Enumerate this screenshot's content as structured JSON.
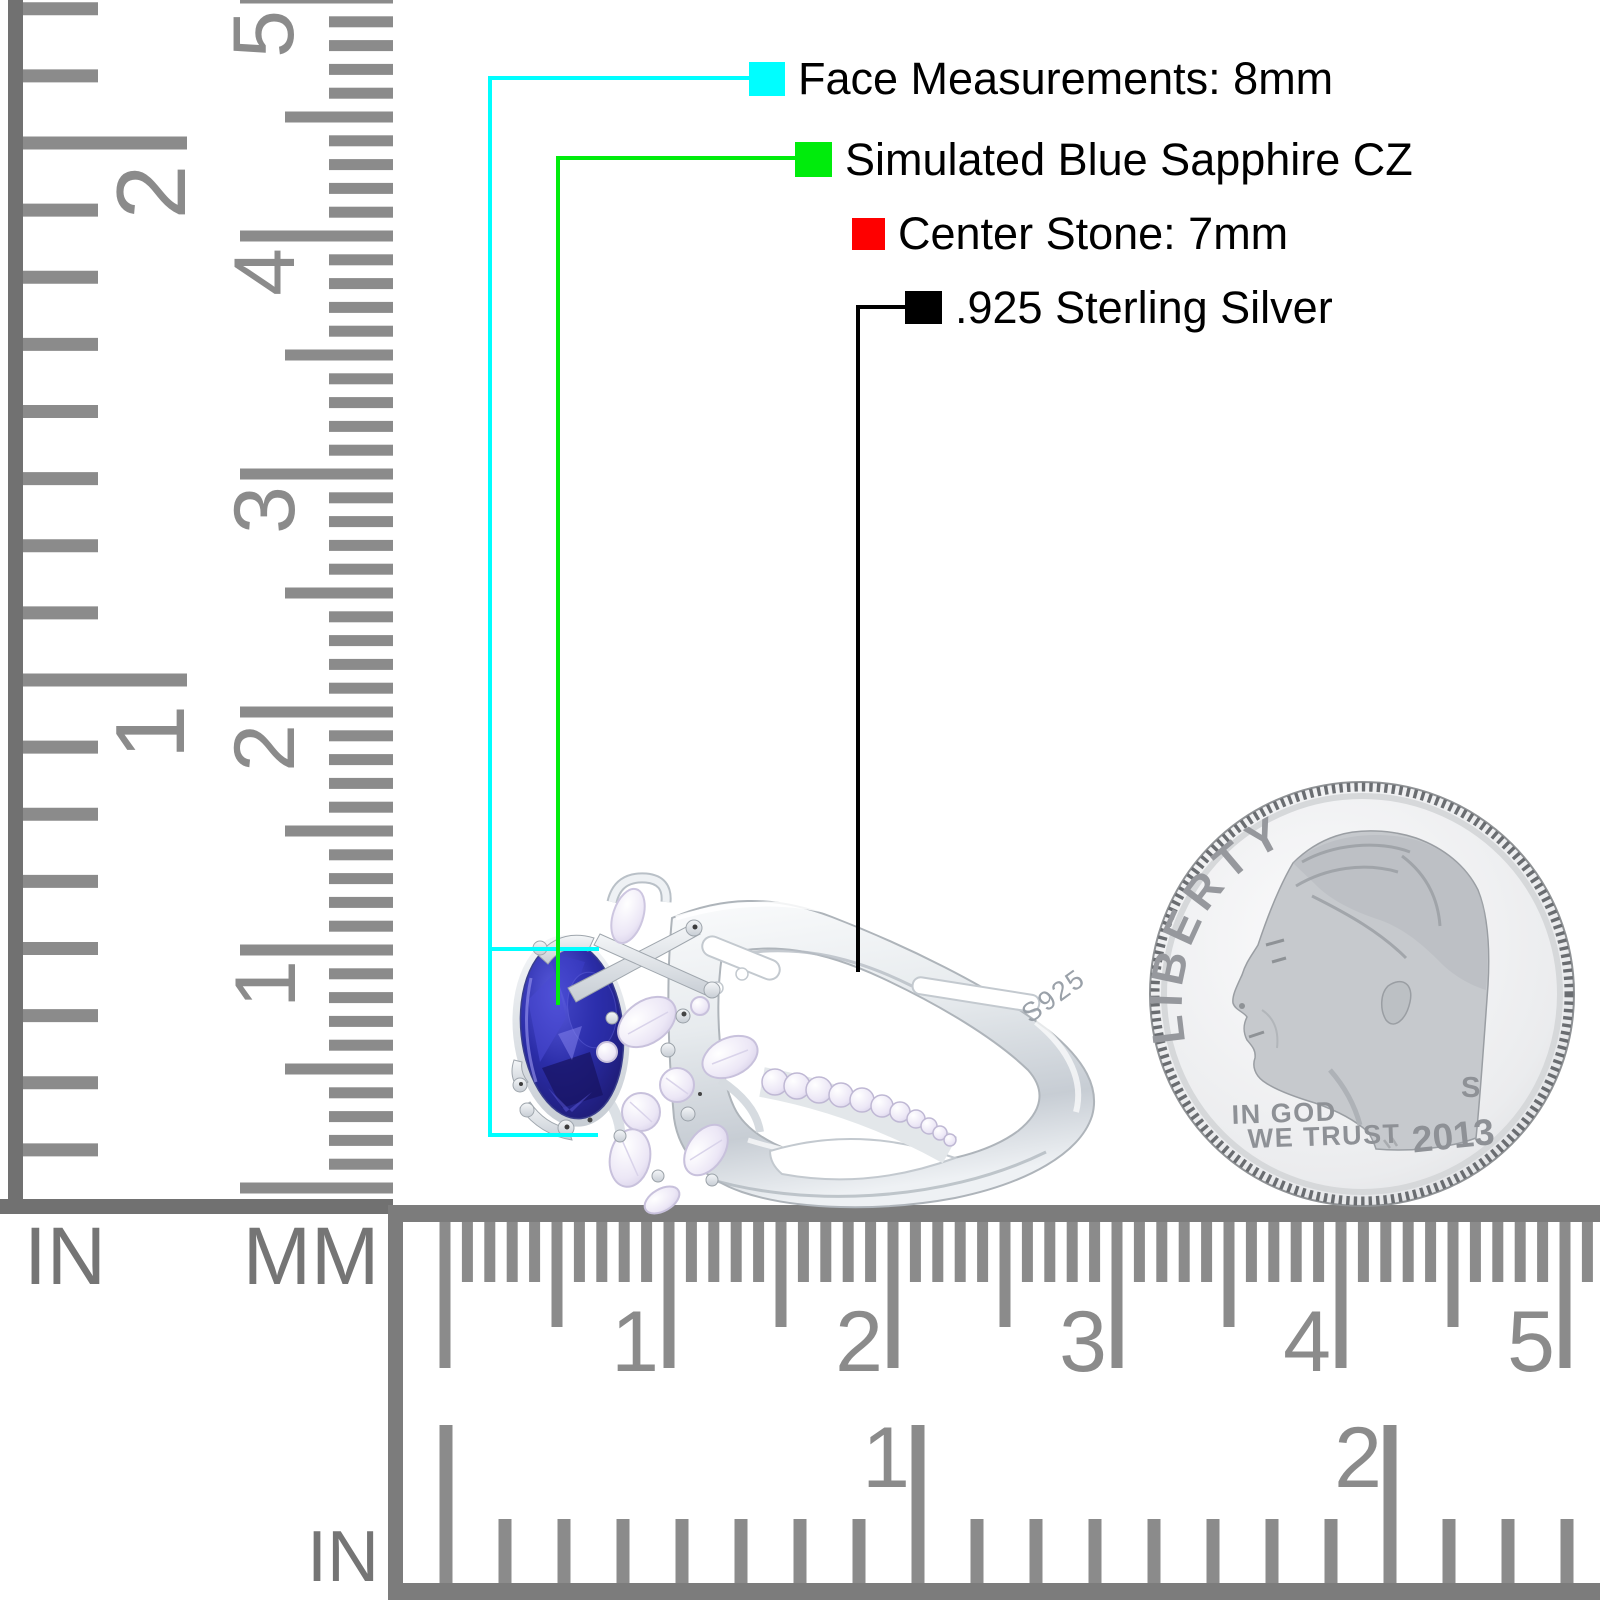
{
  "annotations": {
    "items": [
      {
        "label": "Face Measurements: 8mm",
        "swatch": "#00feff"
      },
      {
        "label": "Simulated Blue Sapphire CZ",
        "swatch": "#00ec0c"
      },
      {
        "label": "Center Stone: 7mm",
        "swatch": "#fe0000"
      },
      {
        "label": ".925 Sterling Silver",
        "swatch": "#000000"
      }
    ]
  },
  "rulers": {
    "left": {
      "inch_label": "IN",
      "cm_label": "MM",
      "inch_numbers": [
        "1",
        "2"
      ],
      "cm_numbers": [
        "1",
        "2",
        "3",
        "4",
        "5"
      ]
    },
    "bottom": {
      "inch_label": "IN",
      "inch_numbers": [
        "1",
        "2"
      ],
      "cm_numbers": [
        "1",
        "2",
        "3",
        "4",
        "5"
      ]
    }
  },
  "ring": {
    "hallmark": "S925",
    "metal_color": "#e9edf1",
    "center_stone_color": "#2b2da8",
    "accent_stone_color": "#f0ecf9"
  },
  "coin": {
    "legend": "LIBERTY",
    "motto_line1": "IN GOD",
    "motto_line2": "WE TRUST",
    "year": "2013",
    "mint_mark": "S"
  }
}
